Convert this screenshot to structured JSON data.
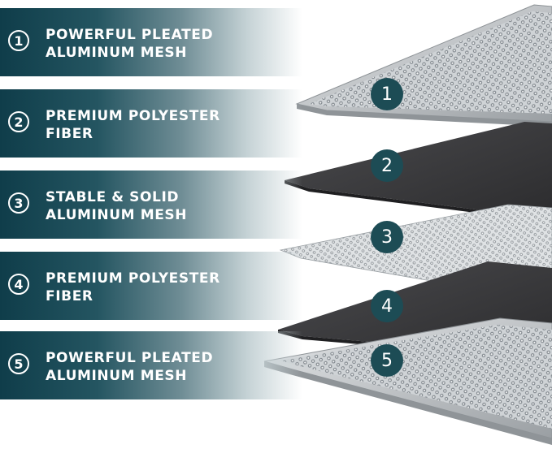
{
  "layers": [
    {
      "number": "1",
      "line1": "POWERFUL PLEATED",
      "line2": "ALUMINUM MESH",
      "kind": "framed-mesh"
    },
    {
      "number": "2",
      "line1": "PREMIUM POLYESTER",
      "line2": "FIBER",
      "kind": "fiber"
    },
    {
      "number": "3",
      "line1": "STABLE & SOLID",
      "line2": "ALUMINUM MESH",
      "kind": "mesh"
    },
    {
      "number": "4",
      "line1": "PREMIUM POLYESTER",
      "line2": "FIBER",
      "kind": "fiber"
    },
    {
      "number": "5",
      "line1": "POWERFUL PLEATED",
      "line2": "ALUMINUM MESH",
      "kind": "framed-mesh"
    }
  ],
  "colors": {
    "band_dark": "#0f3d4a",
    "badge": "#1d4c55",
    "fiber": "#3a3a3c",
    "frame": "#b9bcbe",
    "mesh": "#d4d7da"
  }
}
